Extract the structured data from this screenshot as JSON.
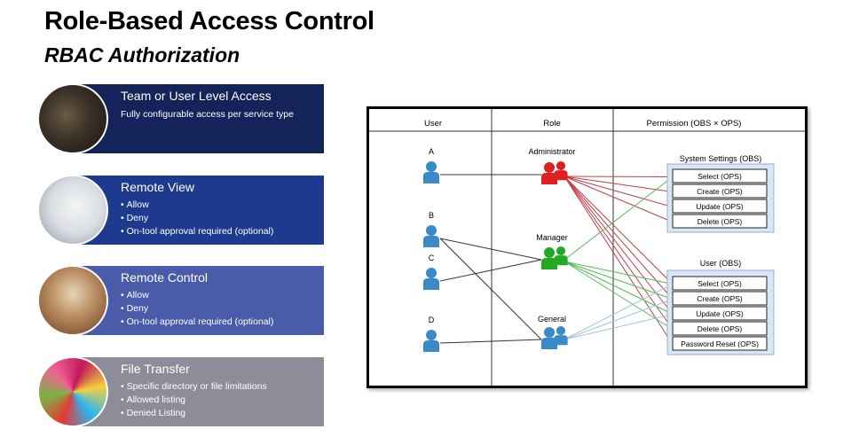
{
  "header": {
    "title": "Role-Based Access Control",
    "subtitle": "RBAC Authorization"
  },
  "cards": [
    {
      "heading": "Team or User Level Access",
      "desc": "Fully configurable access per service type"
    },
    {
      "heading": "Remote View",
      "items": [
        "Allow",
        "Deny",
        "On-tool approval required (optional)"
      ]
    },
    {
      "heading": "Remote Control",
      "items": [
        "Allow",
        "Deny",
        "On-tool approval required (optional)"
      ]
    },
    {
      "heading": "File Transfer",
      "items": [
        "Specific directory or file limitations",
        "Allowed listing",
        "Denied Listing"
      ]
    }
  ],
  "diagram": {
    "columns": {
      "user": "User",
      "role": "Role",
      "permission": "Permission (OBS × OPS)"
    },
    "users": [
      "A",
      "B",
      "C",
      "D"
    ],
    "roles": [
      "Administrator",
      "Manager",
      "General"
    ],
    "groups": [
      {
        "title": "System Settings (OBS)",
        "items": [
          "Select (OPS)",
          "Create (OPS)",
          "Update (OPS)",
          "Delete (OPS)"
        ]
      },
      {
        "title": "User (OBS)",
        "items": [
          "Select (OPS)",
          "Create (OPS)",
          "Update (OPS)",
          "Delete (OPS)",
          "Password Reset (OPS)"
        ]
      }
    ],
    "colors": {
      "administrator": "#e02020",
      "manager": "#22aa22",
      "general": "#3a8ac8",
      "user": "#3a8ac8",
      "admin_line": "#c0404a",
      "manager_line": "#55bb55",
      "general_line": "#9ec4dc"
    }
  }
}
